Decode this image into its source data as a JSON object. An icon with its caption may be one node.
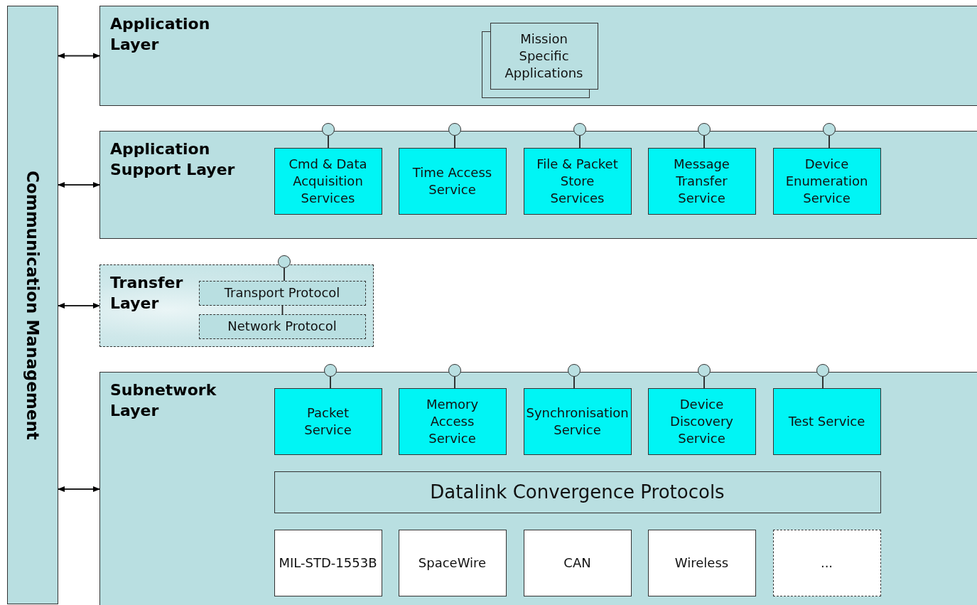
{
  "diagram": {
    "nodes": [
      {
        "text": [
          "Communication Management"
        ]
      },
      {
        "text": [
          "Application Layer"
        ]
      },
      {
        "text": [
          "Mission Specific Applications"
        ],
        "in": 1
      },
      {
        "text": [
          "Application Support Layer"
        ]
      },
      {
        "text": [],
        "shape": "circle"
      },
      {
        "text": [],
        "shape": "circle"
      },
      {
        "text": [],
        "shape": "circle"
      },
      {
        "text": [],
        "shape": "circle"
      },
      {
        "text": [],
        "shape": "circle"
      },
      {
        "text": [
          "Cmd & Data Acquisition Services"
        ],
        "in": 3
      },
      {
        "text": [
          "Time Access Service"
        ],
        "in": 3
      },
      {
        "text": [
          "File & Packet Store Services"
        ],
        "in": 3
      },
      {
        "text": [
          "Message Transfer Service"
        ],
        "in": 3
      },
      {
        "text": [
          "Device Enumeration Service"
        ],
        "in": 3
      },
      {
        "text": [
          "Transfer Layer"
        ]
      },
      {
        "text": [],
        "shape": "circle"
      },
      {
        "text": [
          "Transport Protocol"
        ],
        "in": 14
      },
      {
        "text": [
          "Network Protocol"
        ],
        "in": 14
      },
      {
        "text": [
          "Subnetwork Layer"
        ]
      },
      {
        "text": [],
        "shape": "circle"
      },
      {
        "text": [],
        "shape": "circle"
      },
      {
        "text": [],
        "shape": "circle"
      },
      {
        "text": [],
        "shape": "circle"
      },
      {
        "text": [],
        "shape": "circle"
      },
      {
        "text": [
          "Packet Service"
        ],
        "in": 18
      },
      {
        "text": [
          "Memory Access Service"
        ],
        "in": 18
      },
      {
        "text": [
          "Synchronisation Service"
        ],
        "in": 18
      },
      {
        "text": [
          "Device Discovery Service"
        ],
        "in": 18
      },
      {
        "text": [
          "Test Service"
        ],
        "in": 18
      },
      {
        "text": [
          "Datalink Convergence Protocols"
        ],
        "in": 18
      },
      {
        "text": [
          "MIL-STD-1553B"
        ],
        "in": 18
      },
      {
        "text": [
          "SpaceWire"
        ],
        "in": 18
      },
      {
        "text": [
          "CAN"
        ],
        "in": 18
      },
      {
        "text": [
          "Wireless"
        ],
        "in": 18
      },
      {
        "text": [
          "..."
        ],
        "in": 18
      }
    ],
    "edges": [
      {
        "from": 0,
        "to": 1,
        "arrow": "both"
      },
      {
        "from": 0,
        "to": 3,
        "arrow": "both"
      },
      {
        "from": 0,
        "to": 14,
        "arrow": "both"
      },
      {
        "from": 0,
        "to": 18,
        "arrow": "both"
      },
      {
        "from": 4,
        "to": 9,
        "arrow": "none"
      },
      {
        "from": 5,
        "to": 10,
        "arrow": "none"
      },
      {
        "from": 6,
        "to": 11,
        "arrow": "none"
      },
      {
        "from": 7,
        "to": 12,
        "arrow": "none"
      },
      {
        "from": 8,
        "to": 13,
        "arrow": "none"
      },
      {
        "from": 15,
        "to": 16,
        "arrow": "none"
      },
      {
        "from": 16,
        "to": 17,
        "arrow": "none"
      },
      {
        "from": 19,
        "to": 24,
        "arrow": "none"
      },
      {
        "from": 20,
        "to": 25,
        "arrow": "none"
      },
      {
        "from": 21,
        "to": 26,
        "arrow": "none"
      },
      {
        "from": 22,
        "to": 27,
        "arrow": "none"
      },
      {
        "from": 23,
        "to": 28,
        "arrow": "none"
      }
    ]
  }
}
